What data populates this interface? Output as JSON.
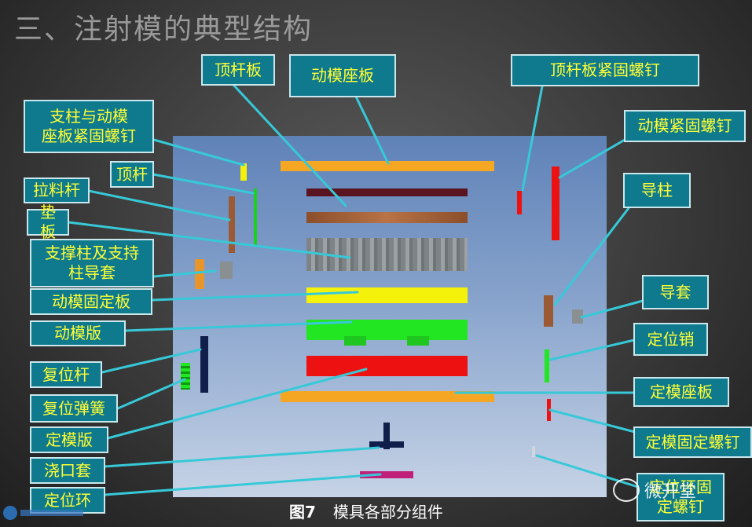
{
  "title": "三、注射模的典型结构",
  "caption": {
    "figure_no": "图7",
    "text": "模具各部分组件"
  },
  "watermark": {
    "text": "微开堂",
    "icon": "wechat-icon"
  },
  "labels": {
    "top_plate": "顶杆板",
    "moving_clamp_plate": "动模座板",
    "ejector_plate_screw": "顶杆板紧固螺钉",
    "pillar_screw": "支柱与动模\n座板紧固螺钉",
    "moving_screw": "动模紧固螺钉",
    "ejector_pin": "顶杆",
    "guide_pillar": "导柱",
    "sprue_puller": "拉料杆",
    "spacer_block": "垫板",
    "support_pillar": "支撑柱及支持\n柱导套",
    "guide_bush": "导套",
    "moving_retainer_plate": "动模固定板",
    "moving_plate": "动模版",
    "locating_pin": "定位销",
    "return_pin": "复位杆",
    "fixed_clamp_plate": "定模座板",
    "return_spring": "复位弹簧",
    "fixed_screw": "定模固定螺钉",
    "fixed_plate": "定模版",
    "ring_screw": "定位环固\n定螺钉",
    "sprue_bushing": "浇口套",
    "locating_ring": "定位环"
  },
  "colors": {
    "label_bg": "#0f7a8e",
    "label_text": "#ffff33",
    "leader": "#37c9d8",
    "orange": "#f5a623",
    "dark_red": "#5a1420",
    "brown": "#9b5a33",
    "gray": "#8a8f92",
    "yellow": "#f4f20a",
    "green": "#22e622",
    "red": "#ee1111",
    "navy": "#0f1e4a",
    "magenta": "#c0207a"
  }
}
